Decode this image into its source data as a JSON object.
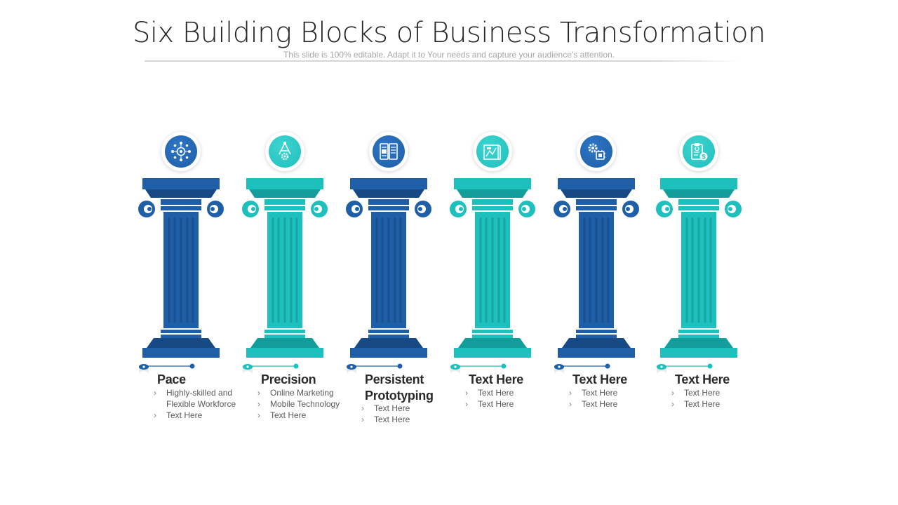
{
  "header": {
    "title": "Six Building Blocks of Business Transformation",
    "subtitle": "This slide is 100% editable. Adapt it to Your needs and capture your audience’s attention."
  },
  "colors": {
    "blue": "#1f5fa8",
    "blue_light": "#2e75c4",
    "teal": "#1ec0bd",
    "teal_light": "#3fd4d0"
  },
  "blocks": [
    {
      "title": "Pace",
      "bullets": [
        "Highly-skilled and Flexible Workforce",
        "Text Here"
      ],
      "color": "blue",
      "icon": "network-gear-icon"
    },
    {
      "title": "Precision",
      "bullets": [
        "Online Marketing",
        "Mobile Technology",
        "Text Here"
      ],
      "color": "teal",
      "icon": "compass-gear-icon"
    },
    {
      "title": "Persistent Prototyping",
      "bullets": [
        "Text Here",
        "Text Here"
      ],
      "color": "blue",
      "icon": "document-comparison-icon"
    },
    {
      "title": "Text Here",
      "bullets": [
        "Text Here",
        "Text Here"
      ],
      "color": "teal",
      "icon": "blueprint-icon"
    },
    {
      "title": "Text Here",
      "bullets": [
        "Text Here",
        "Text Here"
      ],
      "color": "blue",
      "icon": "gears-chip-icon"
    },
    {
      "title": "Text Here",
      "bullets": [
        "Text Here",
        "Text Here"
      ],
      "color": "teal",
      "icon": "clipboard-dollar-icon"
    }
  ]
}
